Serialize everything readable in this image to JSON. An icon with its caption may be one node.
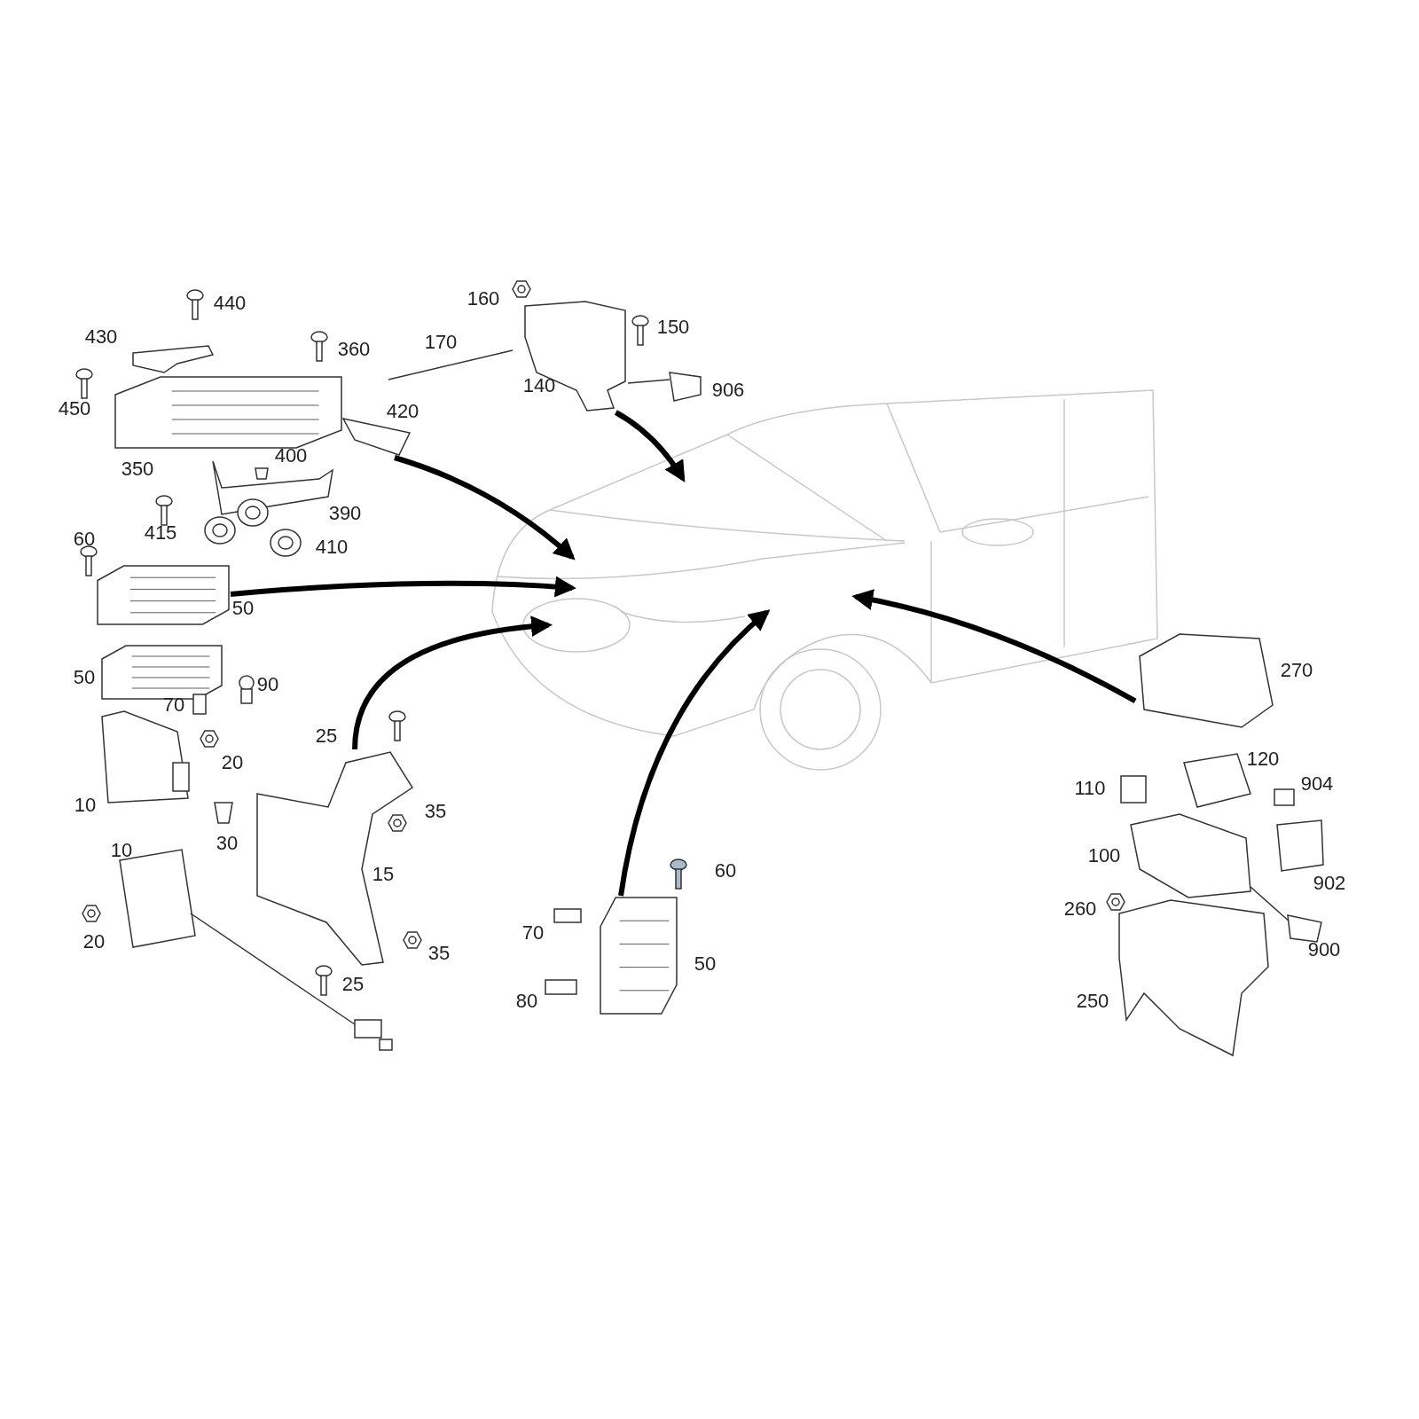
{
  "diagram": {
    "nodes": [
      {
        "text": [],
        "shape": "picture"
      },
      {
        "text": [],
        "shape": "picture"
      },
      {
        "text": [],
        "shape": "picture"
      },
      {
        "text": [],
        "shape": "picture"
      },
      {
        "text": [],
        "shape": "picture"
      },
      {
        "text": [],
        "shape": "picture"
      },
      {
        "text": [],
        "shape": "picture"
      }
    ],
    "edges": [
      {
        "from": 1,
        "to": 0,
        "arrow": "to"
      },
      {
        "from": 2,
        "to": 0,
        "arrow": "to"
      },
      {
        "from": 3,
        "to": 0,
        "arrow": "to"
      },
      {
        "from": 4,
        "to": 0,
        "arrow": "to"
      },
      {
        "from": 5,
        "to": 0,
        "arrow": "to"
      },
      {
        "from": 6,
        "to": 0,
        "arrow": "to"
      }
    ],
    "labels": [
      "440",
      "430",
      "360",
      "450",
      "420",
      "350",
      "400",
      "415",
      "390",
      "410",
      "60",
      "50",
      "50",
      "90",
      "70",
      "20",
      "10",
      "30",
      "25",
      "35",
      "15",
      "10",
      "20",
      "35",
      "25",
      "160",
      "150",
      "140",
      "906",
      "170",
      "270",
      "120",
      "110",
      "904",
      "100",
      "902",
      "60",
      "70",
      "50",
      "260",
      "900",
      "80",
      "250"
    ]
  }
}
